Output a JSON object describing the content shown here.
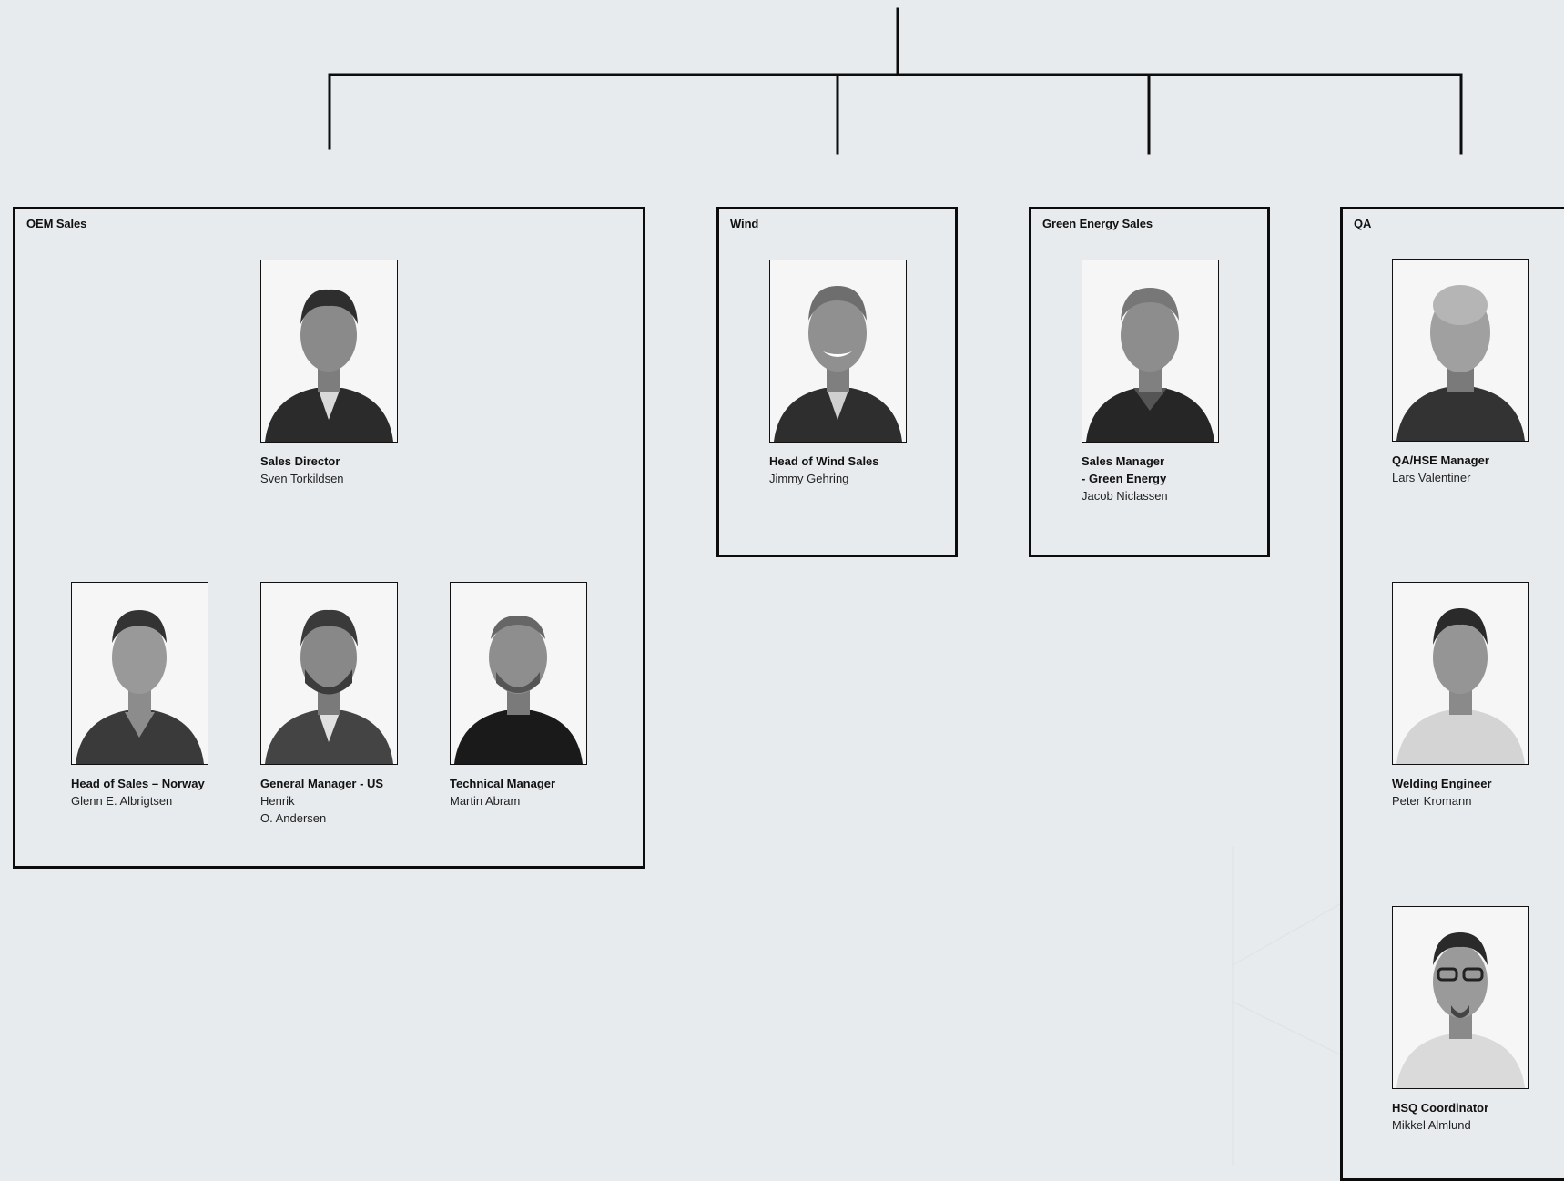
{
  "departments": [
    {
      "title": "OEM Sales",
      "people": [
        {
          "role": "Sales Director",
          "name": "Sven Torkildsen",
          "photo": "portrait-photo"
        },
        {
          "role": "Head of Sales – Norway",
          "name": "Glenn E. Albrigtsen",
          "photo": "portrait-photo"
        },
        {
          "role": "General Manager - US",
          "name": "Henrik\nO. Andersen",
          "photo": "portrait-photo"
        },
        {
          "role": "Technical Manager",
          "name": "Martin Abram",
          "photo": "portrait-photo"
        }
      ]
    },
    {
      "title": "Wind",
      "people": [
        {
          "role": "Head of Wind Sales",
          "name": "Jimmy Gehring",
          "photo": "portrait-photo"
        }
      ]
    },
    {
      "title": "Green Energy Sales",
      "people": [
        {
          "role": "Sales Manager\n- Green Energy",
          "name": "Jacob Niclassen",
          "photo": "portrait-photo"
        }
      ]
    },
    {
      "title": "QA",
      "people": [
        {
          "role": "QA/HSE Manager",
          "name": "Lars Valentiner",
          "photo": "portrait-photo"
        },
        {
          "role": "Welding Engineer",
          "name": "Peter Kromann",
          "photo": "portrait-photo"
        },
        {
          "role": "HSQ Coordinator",
          "name": "Mikkel Almlund",
          "photo": "portrait-photo"
        }
      ]
    }
  ],
  "colors": {
    "background": "#e8ebee",
    "line": "#0c0c0c",
    "photo_bg": "#f4f4f4"
  }
}
